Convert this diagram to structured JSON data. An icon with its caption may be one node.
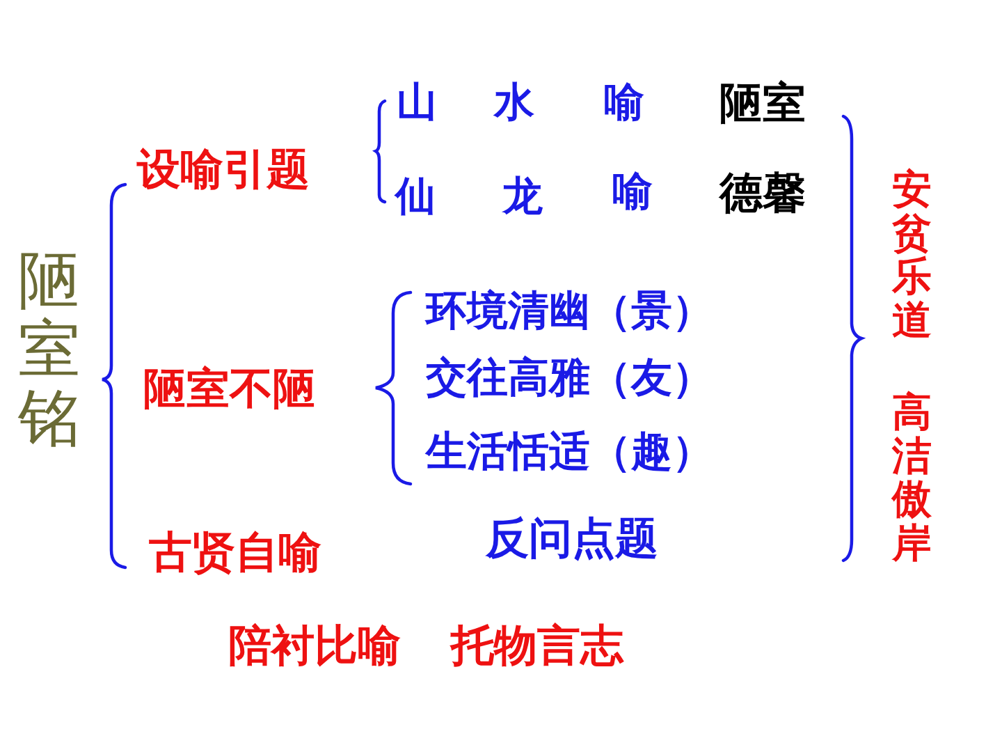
{
  "diagram": {
    "title": "陋室铭",
    "labels": [
      "设喻引题",
      "山",
      "水",
      "喻",
      "陋室",
      "仙",
      "龙",
      "喻",
      "德馨",
      "环境清幽（景）",
      "陋室不陋",
      "交往高雅（友）",
      "生活恬适（趣）",
      "古贤自喻",
      "反问点题",
      "安贫乐道",
      "高洁傲岸",
      "陪衬比喻",
      "托物言志"
    ]
  }
}
